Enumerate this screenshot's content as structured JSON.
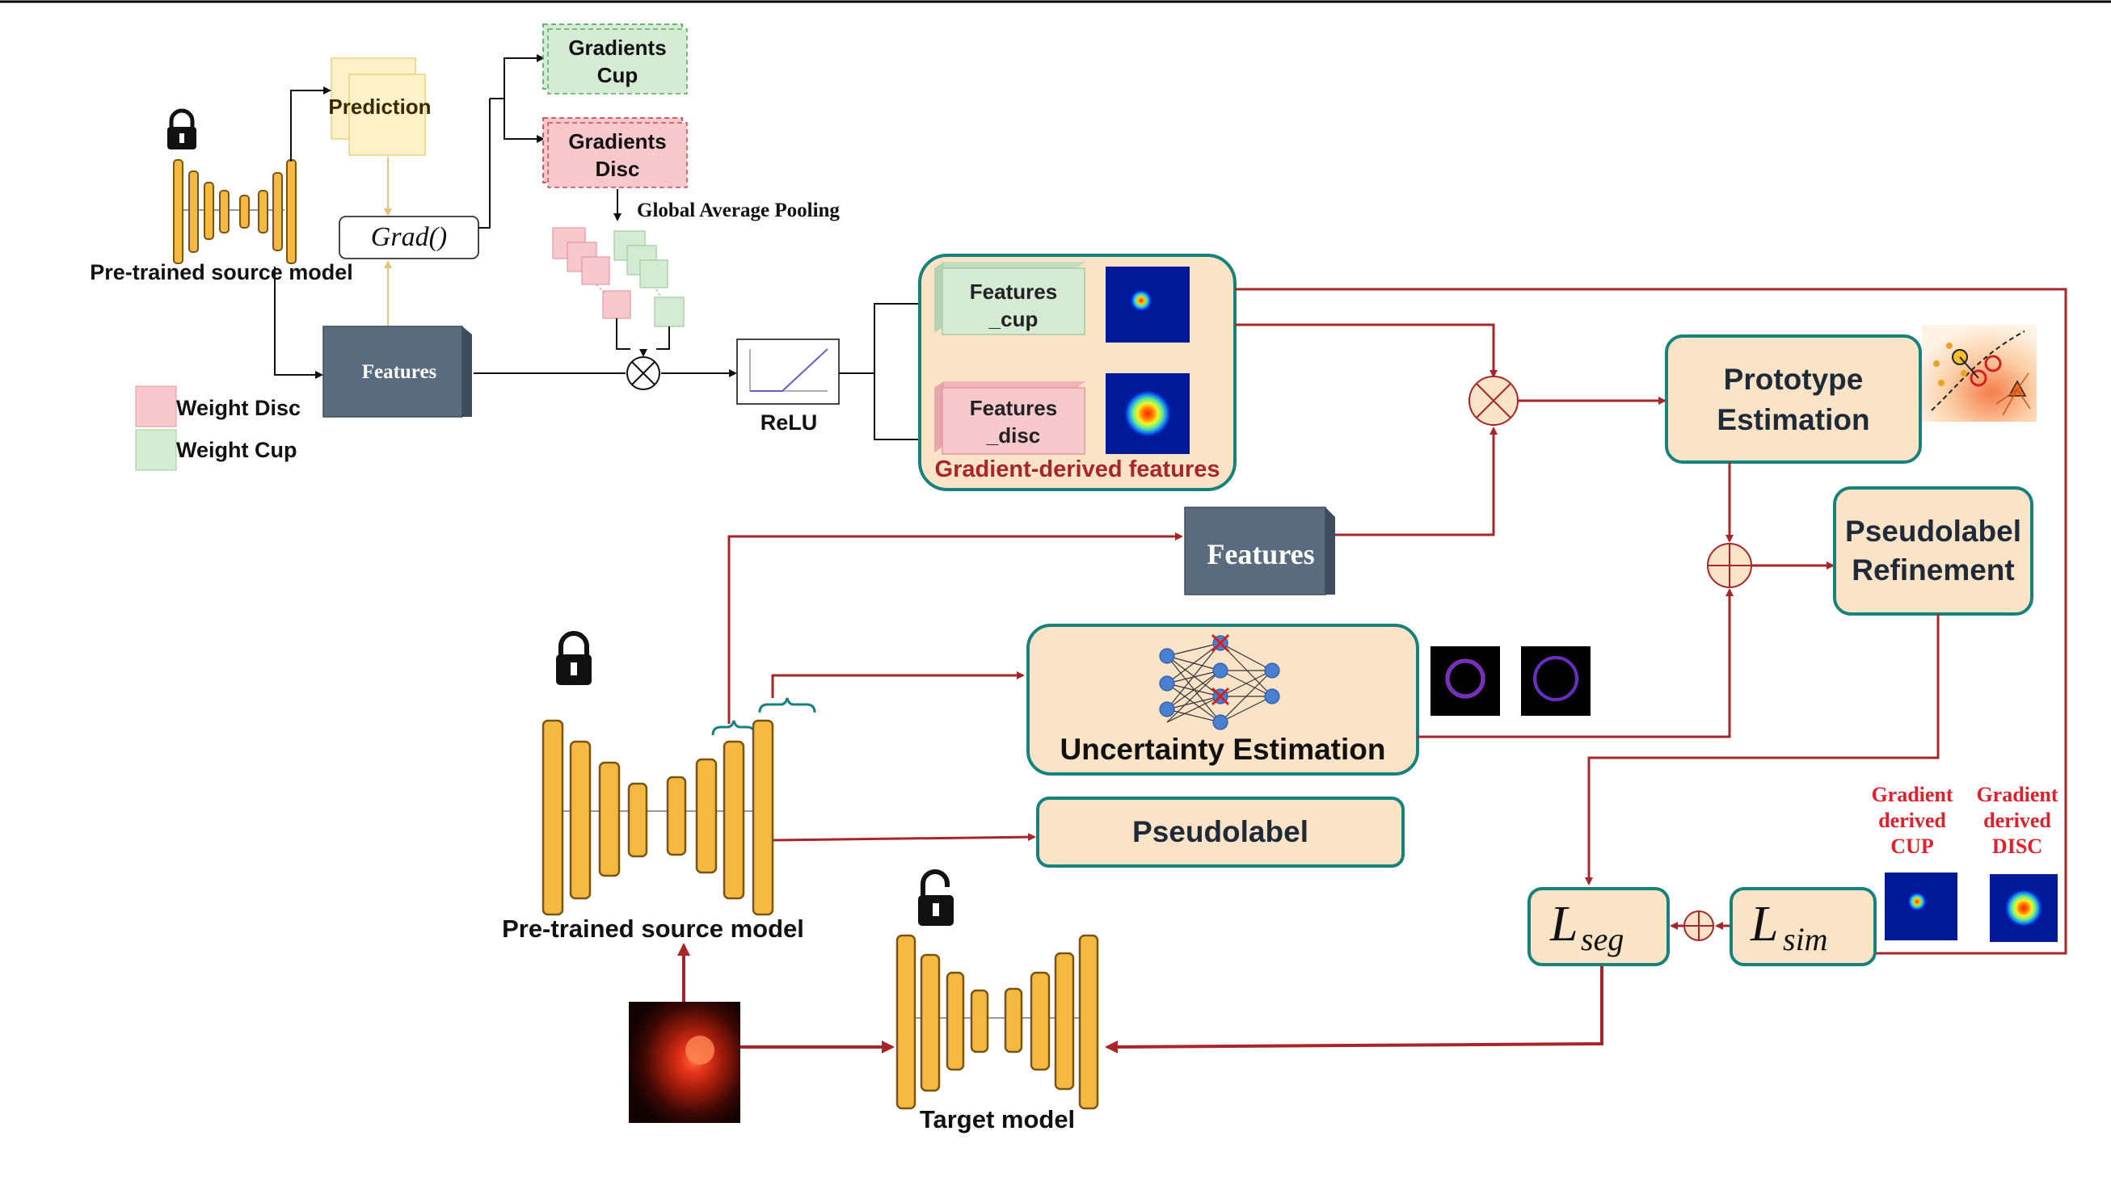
{
  "labels": {
    "prediction": "Prediction",
    "grad": "Grad()",
    "gradients_cup_1": "Gradients",
    "gradients_cup_2": "Cup",
    "gradients_disc_1": "Gradients",
    "gradients_disc_2": "Disc",
    "global_average_pooling": "Global Average Pooling",
    "pretrained_source_model_top": "Pre-trained source model",
    "features_small": "Features",
    "weight_disc": "Weight Disc",
    "weight_cup": "Weight Cup",
    "relu": "ReLU",
    "features_cup_1": "Features",
    "features_cup_2": "_cup",
    "features_disc_1": "Features",
    "features_disc_2": "_disc",
    "gradient_derived_features": "Gradient-derived features",
    "prototype_estimation_1": "Prototype",
    "prototype_estimation_2": "Estimation",
    "pseudolabel_refinement_1": "Pseudolabel",
    "pseudolabel_refinement_2": "Refinement",
    "features_big": "Features",
    "uncertainty_estimation": "Uncertainty Estimation",
    "pseudolabel": "Pseudolabel",
    "pretrained_source_model_bottom": "Pre-trained source model",
    "target_model": "Target model",
    "l_seg_main": "L",
    "l_seg_sub": "seg",
    "l_sim_main": "L",
    "l_sim_sub": "sim",
    "gd_cup_1": "Gradient",
    "gd_cup_2": "derived",
    "gd_cup_3": "CUP",
    "gd_disc_1": "Gradient",
    "gd_disc_2": "derived",
    "gd_disc_3": "DISC"
  },
  "colors": {
    "arrow_red": "#a8262a",
    "box_fill": "#fae3c6",
    "box_border": "#17827d",
    "unet_orange": "#f5b942",
    "features_block": "#5a6b7e",
    "weight_disc": "#f7c9cc",
    "weight_cup": "#d6ebd3",
    "gradient_label_red": "#e0202a"
  },
  "icons": [
    "lock-icon",
    "unlock-icon",
    "multiply-circle-icon",
    "plus-circle-icon",
    "neural-network-icon",
    "relu-graph-icon"
  ]
}
